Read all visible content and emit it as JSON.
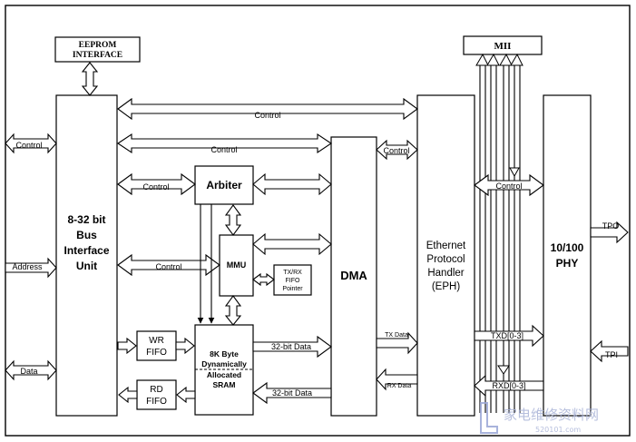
{
  "blocks": {
    "eeprom": [
      "EEPROM",
      "INTERFACE"
    ],
    "mii": "MII",
    "bus": [
      "8-32 bit",
      "Bus",
      "Interface",
      "Unit"
    ],
    "arbiter": "Arbiter",
    "mmu": "MMU",
    "fifo_ptr": [
      "TX/RX",
      "FIFO",
      "Pointer"
    ],
    "wr_fifo": [
      "WR",
      "FIFO"
    ],
    "rd_fifo": [
      "RD",
      "FIFO"
    ],
    "sram": [
      "8K Byte",
      "Dynamically",
      "Allocated",
      "SRAM"
    ],
    "dma": "DMA",
    "eph": [
      "Ethernet",
      "Protocol",
      "Handler",
      "(EPH)"
    ],
    "phy": [
      "10/100",
      "PHY"
    ]
  },
  "signals": {
    "control": "Control",
    "address": "Address",
    "data": "Data",
    "data32": "32-bit Data",
    "tx_data": "TX Data",
    "rx_data": "RX Data",
    "txd": "TXD[0-3]",
    "rxd": "RXD[0-3]",
    "tpo": "TPO",
    "tpi": "TPI"
  },
  "watermark": {
    "name": "家电维修资料网",
    "url": "520101.com"
  }
}
